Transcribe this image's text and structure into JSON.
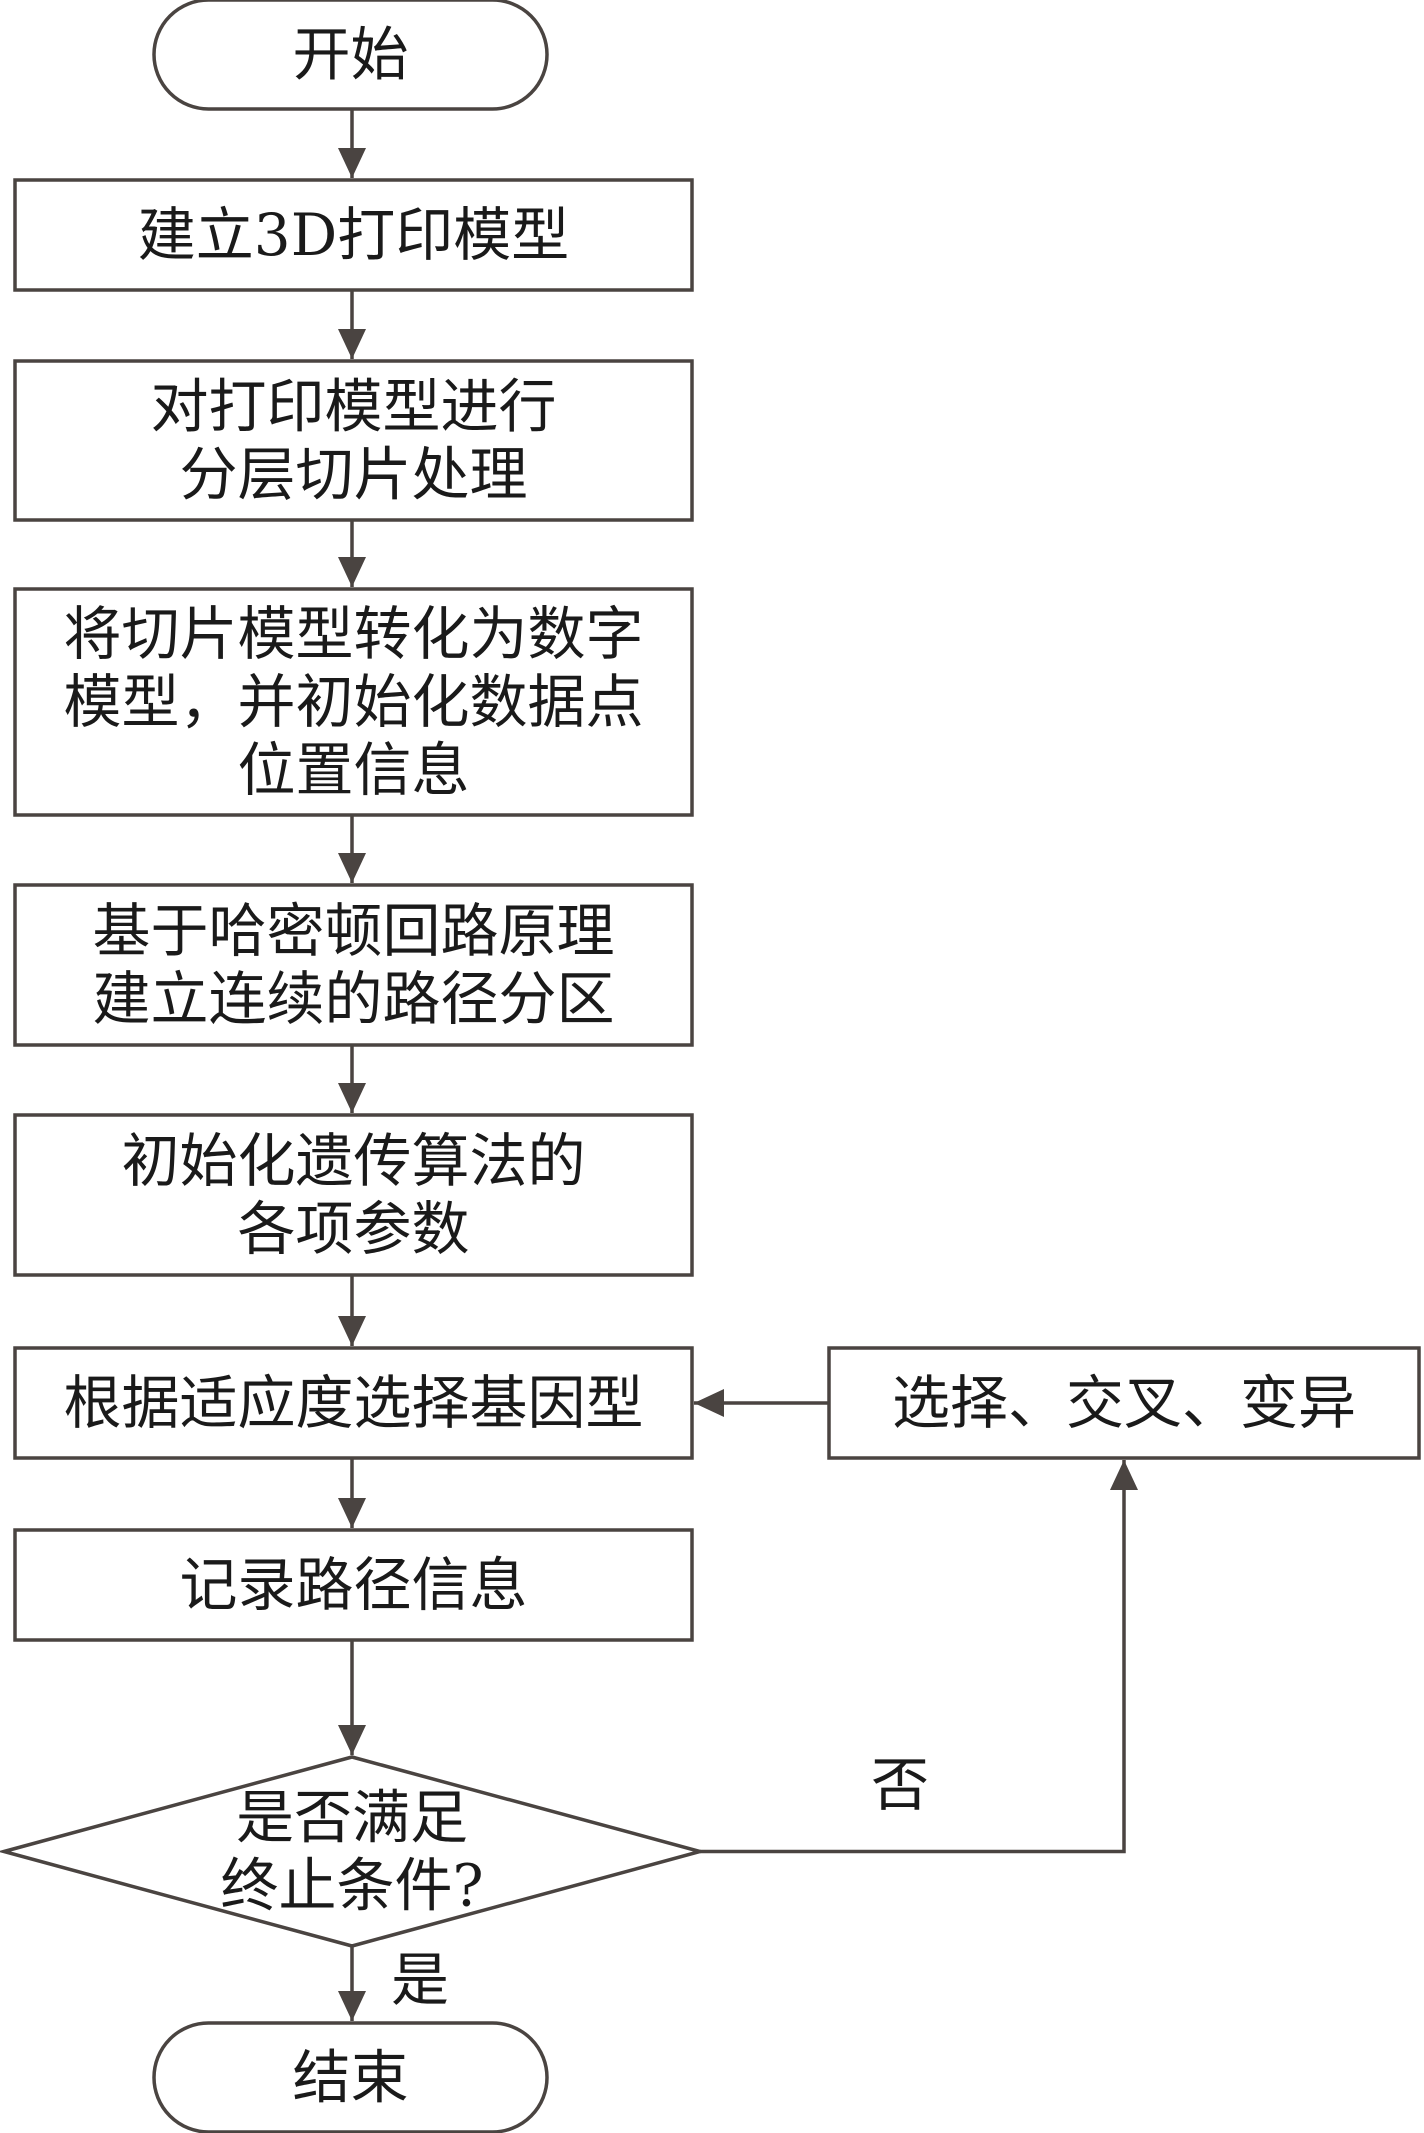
{
  "diagram": {
    "line_color": "#4a4441",
    "text_color": "#1a1a1a",
    "fill_color": "#ffffff",
    "nodes": {
      "start": {
        "shape": "terminator",
        "lines": [
          "开始"
        ]
      },
      "build_model": {
        "shape": "process",
        "lines": [
          "建立3D打印模型"
        ]
      },
      "slice": {
        "shape": "process",
        "lines": [
          "对打印模型进行",
          "分层切片处理"
        ]
      },
      "digitize": {
        "shape": "process",
        "lines": [
          "将切片模型转化为数字",
          "模型，并初始化数据点",
          "位置信息"
        ]
      },
      "partition": {
        "shape": "process",
        "lines": [
          "基于哈密顿回路原理",
          "建立连续的路径分区"
        ]
      },
      "ga_init": {
        "shape": "process",
        "lines": [
          "初始化遗传算法的",
          "各项参数"
        ]
      },
      "select_genotype": {
        "shape": "process",
        "lines": [
          "根据适应度选择基因型"
        ]
      },
      "record_path": {
        "shape": "process",
        "lines": [
          "记录路径信息"
        ]
      },
      "decision": {
        "shape": "decision",
        "lines": [
          "是否满足",
          "终止条件?"
        ]
      },
      "genetic_ops": {
        "shape": "process",
        "lines": [
          "选择、交叉、变异"
        ]
      },
      "end": {
        "shape": "terminator",
        "lines": [
          "结束"
        ]
      }
    },
    "edges": [
      {
        "from": "start",
        "to": "build_model",
        "label": ""
      },
      {
        "from": "build_model",
        "to": "slice",
        "label": ""
      },
      {
        "from": "slice",
        "to": "digitize",
        "label": ""
      },
      {
        "from": "digitize",
        "to": "partition",
        "label": ""
      },
      {
        "from": "partition",
        "to": "ga_init",
        "label": ""
      },
      {
        "from": "ga_init",
        "to": "select_genotype",
        "label": ""
      },
      {
        "from": "select_genotype",
        "to": "record_path",
        "label": ""
      },
      {
        "from": "record_path",
        "to": "decision",
        "label": ""
      },
      {
        "from": "decision",
        "to": "end",
        "label": "是"
      },
      {
        "from": "decision",
        "to": "genetic_ops",
        "label": "否"
      },
      {
        "from": "genetic_ops",
        "to": "select_genotype",
        "label": ""
      }
    ]
  }
}
